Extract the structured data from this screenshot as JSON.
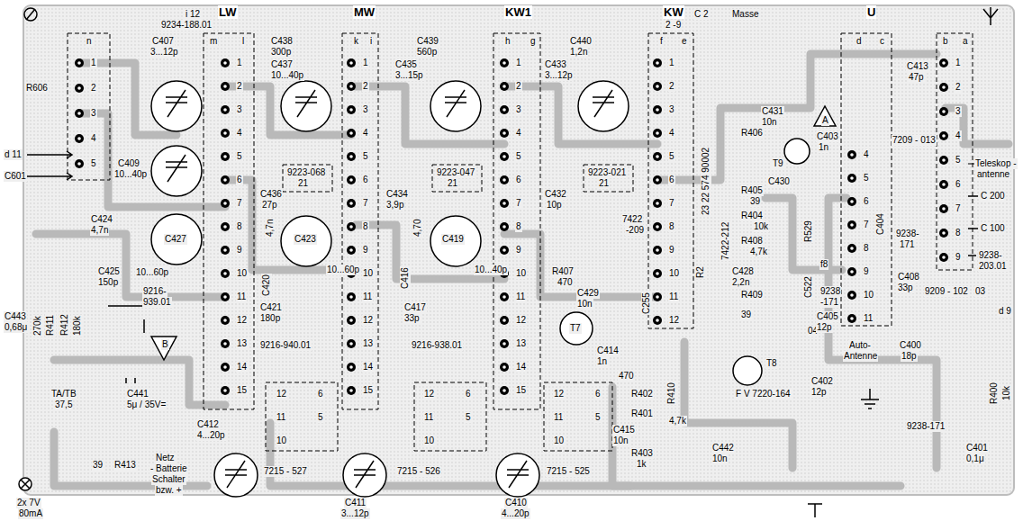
{
  "diagram": {
    "labels": [
      "LW",
      "MW",
      "KW1",
      "KW",
      "2 -9",
      "U",
      "i 12",
      "9234-188.01",
      "n",
      "m",
      "l",
      "k",
      "i",
      "h",
      "g",
      "f",
      "e",
      "d",
      "c",
      "b",
      "a",
      "R606",
      "C407",
      "3...12p",
      "C409",
      "10...40p",
      "d 11",
      "C601",
      "C424",
      "4,7n",
      "C427",
      "C425",
      "150p",
      "10...60p",
      "9216-",
      "939.01",
      "C443",
      "0,68μ",
      "270k",
      "R411",
      "R412",
      "180k",
      "TA/TB",
      "37,5",
      "C441",
      "5μ / 35V=",
      "B",
      "R413",
      "39",
      "Netz",
      "- Batterie",
      "Schalter",
      "bzw. +",
      "2x 7V",
      "80mA",
      "C412",
      "4...20p",
      "7215 - 527",
      "C411",
      "3...12p",
      "7215 - 526",
      "C410",
      "4...20p",
      "7215 - 525",
      "C438",
      "300p",
      "C437",
      "10...40p",
      "C436",
      "27p",
      "C420",
      "4,7n",
      "C423",
      "10...60p",
      "C421",
      "180p",
      "9216-940.01",
      "C439",
      "560p",
      "C435",
      "3...15p",
      "C434",
      "3,9p",
      "C416",
      "4,70",
      "C419",
      "10...40p",
      "C417",
      "33p",
      "9216-938.01",
      "C440",
      "1,2n",
      "C433",
      "3...12p",
      "C432",
      "10p",
      "7422",
      "-209",
      "R407",
      "470",
      "C429",
      "10n",
      "T7",
      "C414",
      "1n",
      "R2",
      "C255",
      "C 2",
      "Masse",
      "C431",
      "10n",
      "R406",
      "23 22 574 90002",
      "T9",
      "C430",
      "R405",
      "39",
      "R404",
      "10k",
      "R408",
      "4,7k",
      "7422-212",
      "R529",
      "C522",
      "C428",
      "2,2n",
      "R409",
      "39",
      "T8",
      "F V 7220-164",
      "R410",
      "470",
      "R402",
      "R401",
      "4,7k",
      "C415",
      "10n",
      "R403",
      "1k",
      "C442",
      "10n",
      "04",
      "C413",
      "47p",
      "7209 - 013",
      "A",
      "C403",
      "1n",
      "C404",
      "9238-",
      "171",
      "Teleskop -",
      "antenne",
      "C 200",
      "C 100",
      "9238-",
      "203.01",
      "C408",
      "33p",
      "f8",
      "9238",
      "-171",
      "9209 - 102",
      "03",
      "d 9",
      "C405",
      "12p",
      "Auto-",
      "Antenne",
      "C400",
      "18p",
      "C402",
      "12p",
      "9238-171",
      "R400",
      "10k",
      "C401",
      "0,1μ",
      "9223-068",
      "21",
      "9223-047",
      "21",
      "9223-021",
      "21",
      "12",
      "6",
      "11",
      "5",
      "10",
      "12",
      "6",
      "11",
      "5",
      "10",
      "12",
      "6",
      "11",
      "5",
      "10",
      "1",
      "2",
      "3",
      "4",
      "5",
      "1",
      "2",
      "3",
      "4",
      "5",
      "6",
      "7",
      "8",
      "9",
      "10",
      "11",
      "12",
      "13",
      "14",
      "15",
      "1",
      "2",
      "3",
      "4",
      "5",
      "6",
      "7",
      "8",
      "9",
      "10",
      "11",
      "12",
      "13",
      "14",
      "15",
      "1",
      "2",
      "3",
      "4",
      "5",
      "6",
      "7",
      "8",
      "9",
      "10",
      "11",
      "12",
      "13",
      "14",
      "15",
      "1",
      "2",
      "3",
      "4",
      "5",
      "6",
      "7",
      "8",
      "9",
      "10",
      "11",
      "12",
      "4",
      "5",
      "6",
      "7",
      "8",
      "9",
      "10",
      "11",
      "1",
      "2",
      "3",
      "4",
      "5",
      "6",
      "7",
      "8",
      "9"
    ]
  }
}
